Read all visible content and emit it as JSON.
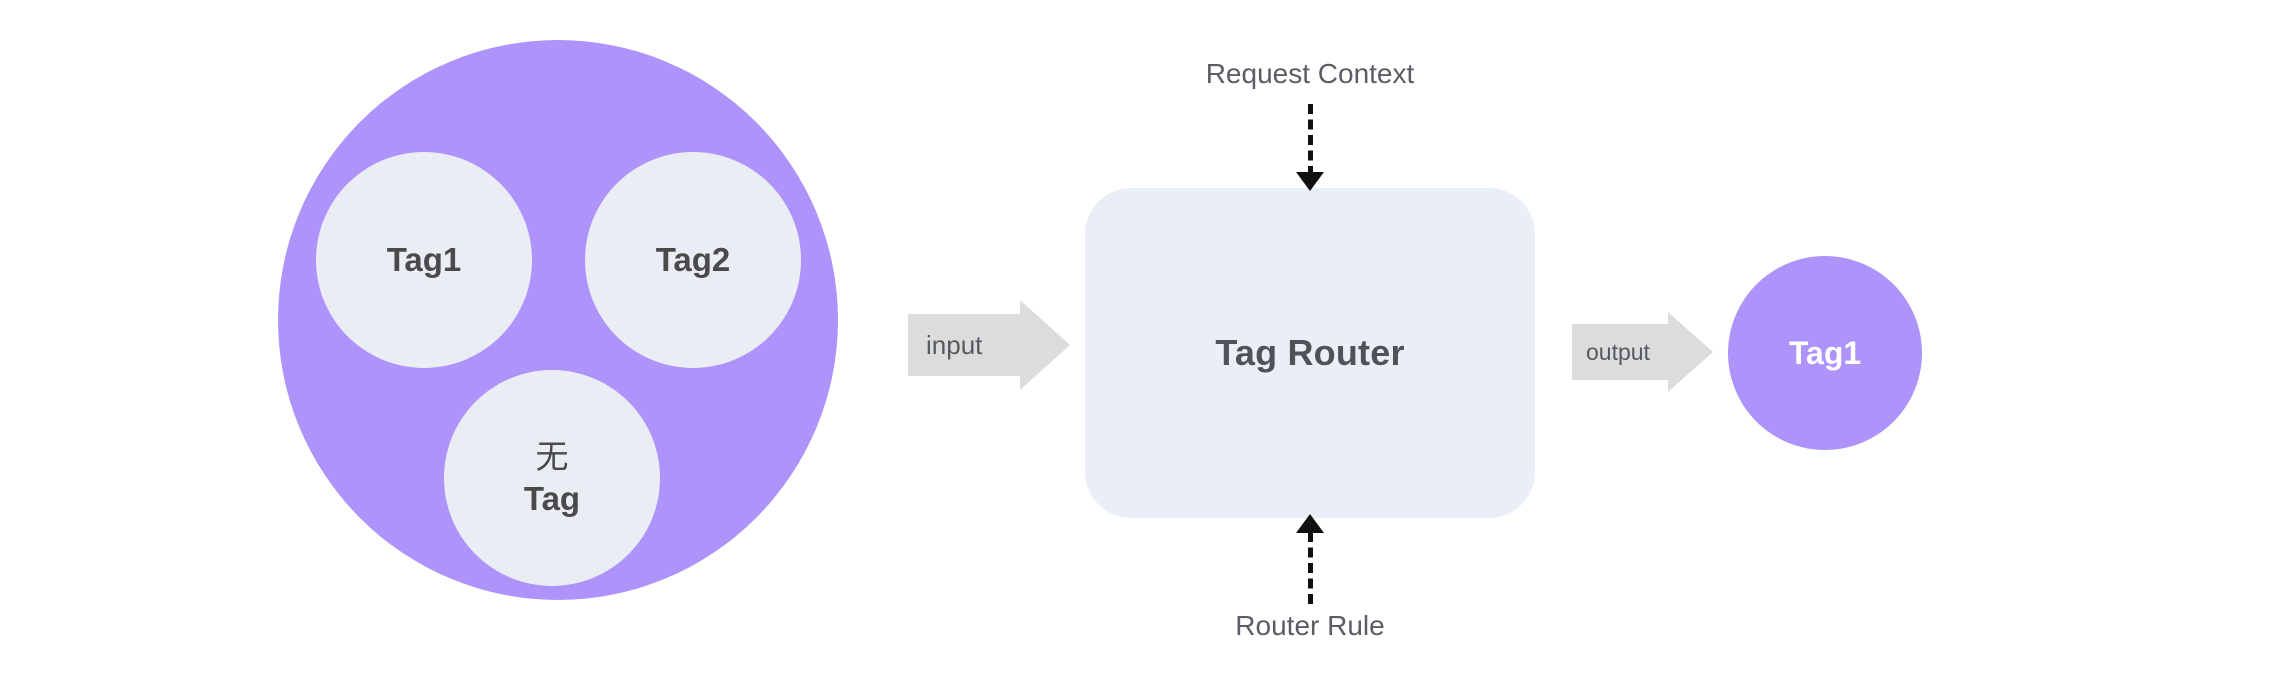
{
  "diagram": {
    "title": "Tag Router",
    "colors": {
      "purple": "#AD93FA",
      "light_gray_circle": "#EAEDF4",
      "box_fill": "#EAEEF6",
      "arrow_fill": "#DCDCDC",
      "text_dark": "#4A4A4A",
      "text_label": "#5A5E64",
      "text_white": "#FFFFFF",
      "dash_black": "#111111",
      "background": "#FFFFFF"
    },
    "source_group": {
      "name": "tag-pool",
      "tags": [
        {
          "id": "tag1",
          "label": "Tag1"
        },
        {
          "id": "tag2",
          "label": "Tag2"
        },
        {
          "id": "no-tag",
          "label_cn": "无",
          "label_en": "Tag"
        }
      ]
    },
    "input_arrow": {
      "label": "input"
    },
    "router": {
      "label": "Tag Router"
    },
    "output_arrow": {
      "label": "output"
    },
    "result": {
      "label": "Tag1"
    },
    "connectors": {
      "top": {
        "label": "Request Context",
        "direction": "down"
      },
      "bottom": {
        "label": "Router Rule",
        "direction": "up"
      }
    }
  }
}
